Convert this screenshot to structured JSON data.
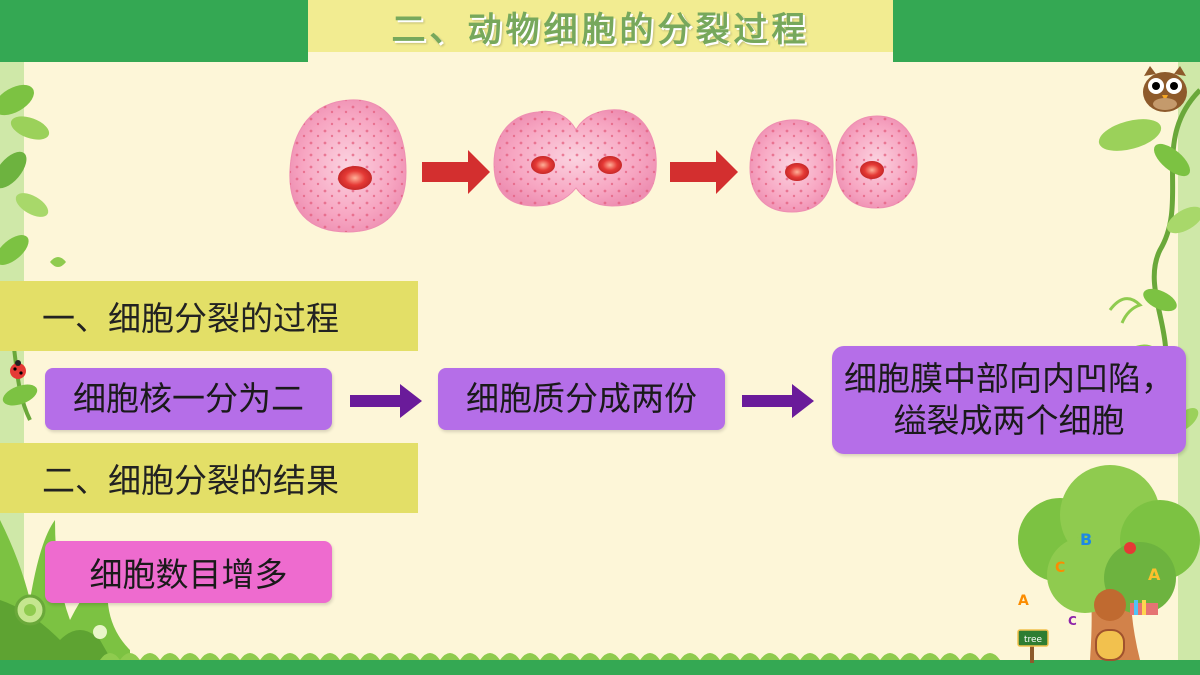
{
  "title": "二、动物细胞的分裂过程",
  "section1": {
    "heading": "一、细胞分裂的过程",
    "steps": [
      "细胞核一分为二",
      "细胞质分成两份",
      "细胞膜中部向内凹陷，",
      "缢裂成两个细胞"
    ]
  },
  "section2": {
    "heading": "二、细胞分裂的结果",
    "result": "细胞数目增多"
  },
  "decor": {
    "tree_sign": "tree",
    "tree_letters": [
      "B",
      "C",
      "A",
      "C",
      "A"
    ]
  },
  "colors": {
    "green_bar": "#34a853",
    "title_band": "#f2ec91",
    "heading_band": "#e3df67",
    "step_box": "#b56ee8",
    "result_box": "#ee6bcf",
    "flow_arrow": "#6a1b9a",
    "cell_arrow": "#d32f2f",
    "cell_fill": "#f7a6c2",
    "nucleus": "#e53935"
  }
}
